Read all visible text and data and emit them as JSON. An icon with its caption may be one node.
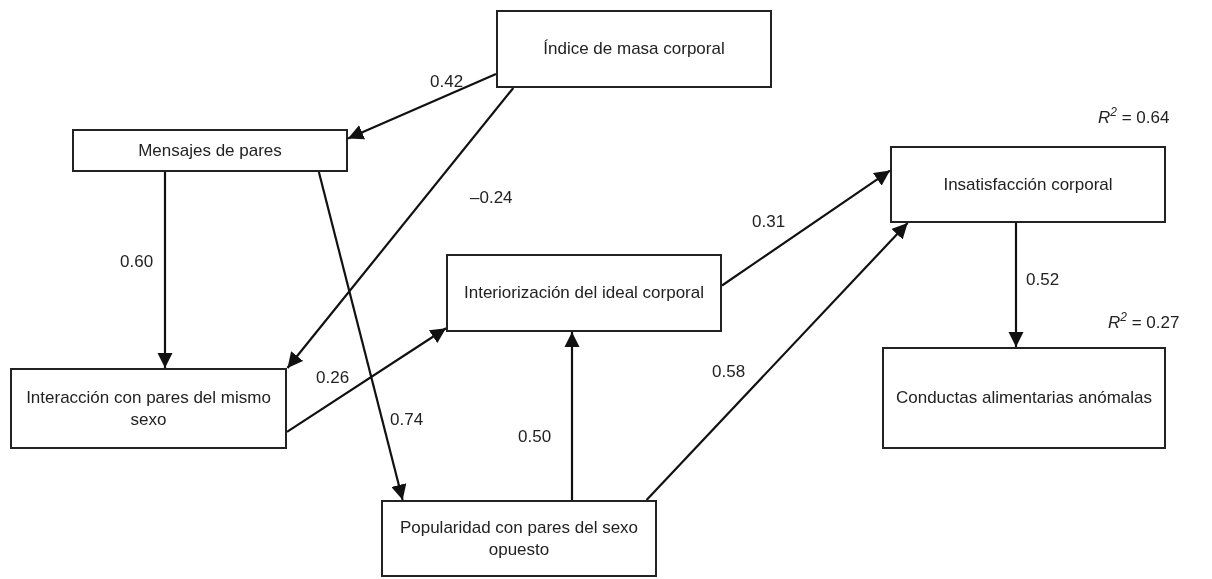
{
  "diagram": {
    "nodes": [
      {
        "text": [
          "Índice de masa corporal"
        ]
      },
      {
        "text": [
          "Mensajes de pares"
        ]
      },
      {
        "text": [
          "Insatisfacción corporal"
        ],
        "beside": [
          "*R*$^{2}$ = 0.64"
        ]
      },
      {
        "text": [
          "Interiorización del ideal corporal"
        ]
      },
      {
        "text": [
          "Interacción con pares del mismo sexo"
        ]
      },
      {
        "text": [
          "Conductas alimentarias anómalas"
        ],
        "beside": [
          "*R*$^{2}$ = 0.27"
        ]
      },
      {
        "text": [
          "Popularidad con pares del sexo opuesto"
        ]
      }
    ],
    "edges": [
      {
        "from": 0,
        "to": 1,
        "arrow": "to",
        "label": "0.42"
      },
      {
        "from": 0,
        "to": 4,
        "arrow": "to",
        "label": "–0.24"
      },
      {
        "from": 1,
        "to": 4,
        "arrow": "to",
        "label": "0.60"
      },
      {
        "from": 1,
        "to": 6,
        "arrow": "to",
        "label": "0.74"
      },
      {
        "from": 4,
        "to": 3,
        "arrow": "to",
        "label": "0.26"
      },
      {
        "from": 6,
        "to": 3,
        "arrow": "to",
        "label": "0.50"
      },
      {
        "from": 6,
        "to": 2,
        "arrow": "to",
        "label": "0.58"
      },
      {
        "from": 3,
        "to": 2,
        "arrow": "to",
        "label": "0.31"
      },
      {
        "from": 2,
        "to": 5,
        "arrow": "to",
        "label": "0.52"
      }
    ]
  }
}
